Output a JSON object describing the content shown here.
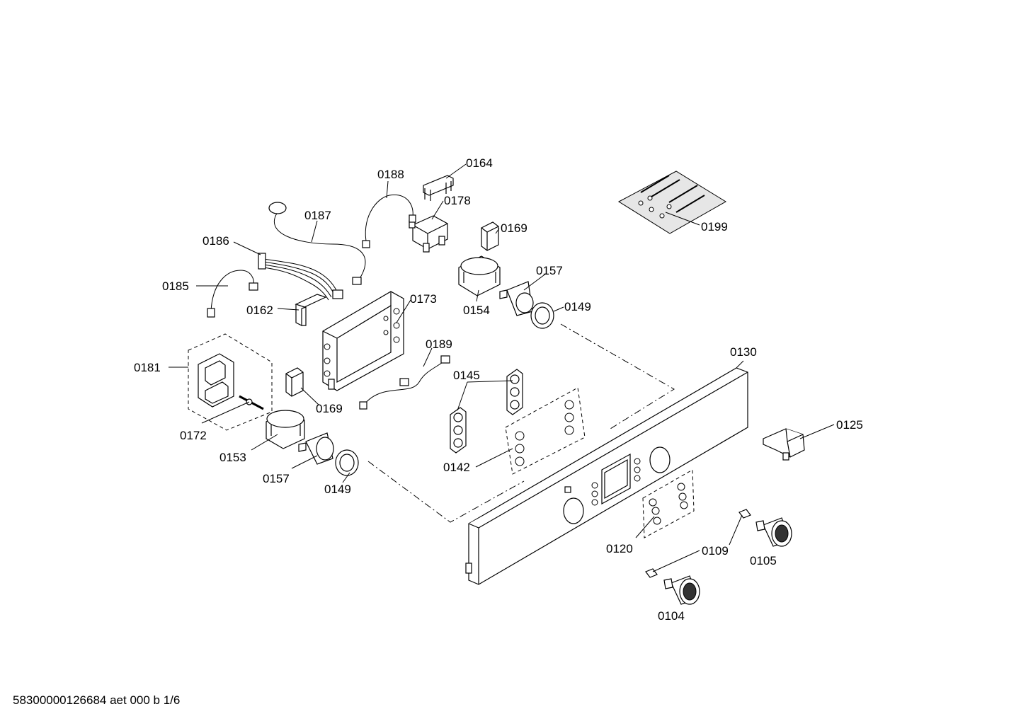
{
  "footer_text": "58300000126684 aet 000 b 1/6",
  "callouts": [
    {
      "id": "0188",
      "label": "0188"
    },
    {
      "id": "0164",
      "label": "0164"
    },
    {
      "id": "0178",
      "label": "0178"
    },
    {
      "id": "0187",
      "label": "0187"
    },
    {
      "id": "0169a",
      "label": "0169"
    },
    {
      "id": "0186",
      "label": "0186"
    },
    {
      "id": "0199",
      "label": "0199"
    },
    {
      "id": "0157a",
      "label": "0157"
    },
    {
      "id": "0185",
      "label": "0185"
    },
    {
      "id": "0173",
      "label": "0173"
    },
    {
      "id": "0162",
      "label": "0162"
    },
    {
      "id": "0154",
      "label": "0154"
    },
    {
      "id": "0149a",
      "label": "0149"
    },
    {
      "id": "0189",
      "label": "0189"
    },
    {
      "id": "0130",
      "label": "0130"
    },
    {
      "id": "0181",
      "label": "0181"
    },
    {
      "id": "0145",
      "label": "0145"
    },
    {
      "id": "0169b",
      "label": "0169"
    },
    {
      "id": "0125",
      "label": "0125"
    },
    {
      "id": "0172",
      "label": "0172"
    },
    {
      "id": "0153",
      "label": "0153"
    },
    {
      "id": "0142",
      "label": "0142"
    },
    {
      "id": "0157b",
      "label": "0157"
    },
    {
      "id": "0149b",
      "label": "0149"
    },
    {
      "id": "0120",
      "label": "0120"
    },
    {
      "id": "0109",
      "label": "0109"
    },
    {
      "id": "0105",
      "label": "0105"
    },
    {
      "id": "0104",
      "label": "0104"
    }
  ]
}
